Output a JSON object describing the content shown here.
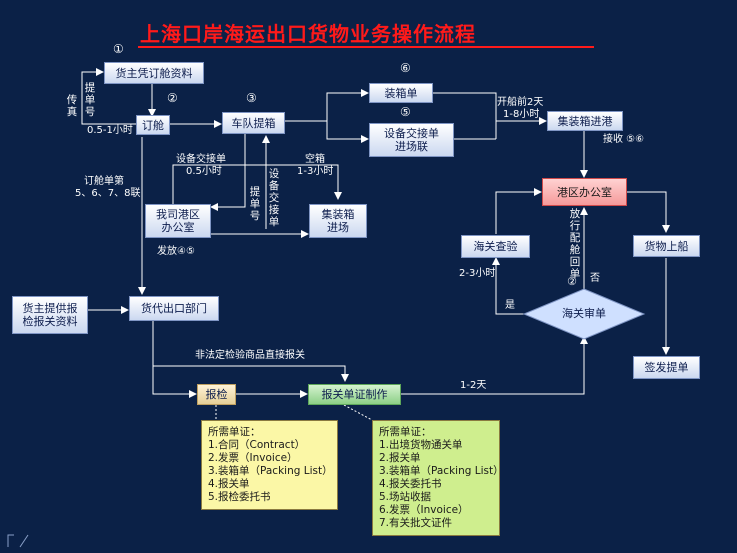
{
  "title": "上海口岸海运出口货物业务操作流程",
  "colors": {
    "background": "#0b2147",
    "title": "#ff1a1a",
    "box": "#dbe5f7",
    "port_office": "#f7a7a7",
    "inspection": "#f1dcaa",
    "declaration": "#a8e09f",
    "note_left": "#fbf7a6",
    "note_right": "#cfee8e"
  },
  "nodes": {
    "shipper_booking": "货主凭订舱资料",
    "booking": "订舱",
    "truck_bl": "车队提箱",
    "packing_list": "装箱单",
    "eir": "设备交接单\n进场联",
    "container_port": "集装箱进港",
    "our_port_office": "我司港区\n办公室",
    "container_yard": "集装箱\n进场",
    "port_office": "港区办公室",
    "customs_inspection": "海关查验",
    "cargo_loading": "货物上船",
    "customs_review": "海关审单",
    "bl_issue": "签发提单",
    "shipper_docs": "货主提供报\n检报关资料",
    "forwarder_export": "货代出口部门",
    "inspection": "报检",
    "declaration": "报关单证制作"
  },
  "labels": {
    "step1": "①",
    "step2": "②",
    "step3": "③",
    "step6": "⑥",
    "step5": "⑤",
    "fax": "传真",
    "bl_no": "提单号",
    "time_05_1": "0.5-1小时",
    "eir_label": "设备交接单",
    "time_05": "0.5小时",
    "empty_box": "空箱",
    "time_1_3": "1-3小时",
    "booking_copies": "订舱单第",
    "copies_list": "5、6、7、8联",
    "bl_no_v": "提单号",
    "eir_v": "设备交接单",
    "release": "发放④⑤",
    "before_sail": "开船前2天",
    "time_1_8": "1-8小时",
    "receive": "接收 ⑤⑥",
    "release_v": "放行配舱回单",
    "step2b": "②",
    "no": "否",
    "yes": "是",
    "time_2_3": "2-3小时",
    "direct_decl": "非法定检验商品直接报关",
    "time_1_2d": "1-2天"
  },
  "note_left": {
    "heading": "所需单证：",
    "items": [
      "1.合同（Contract）",
      "2.发票（Invoice）",
      "3.装箱单（Packing List）",
      "4.报关单",
      "5.报检委托书"
    ]
  },
  "note_right": {
    "heading": "所需单证：",
    "items": [
      "1.出境货物通关单",
      "2.报关单",
      "3.装箱单（Packing List）",
      "4.报关委托书",
      "5.场站收据",
      "6.发票（Invoice）",
      "7.有关批文证件"
    ]
  }
}
